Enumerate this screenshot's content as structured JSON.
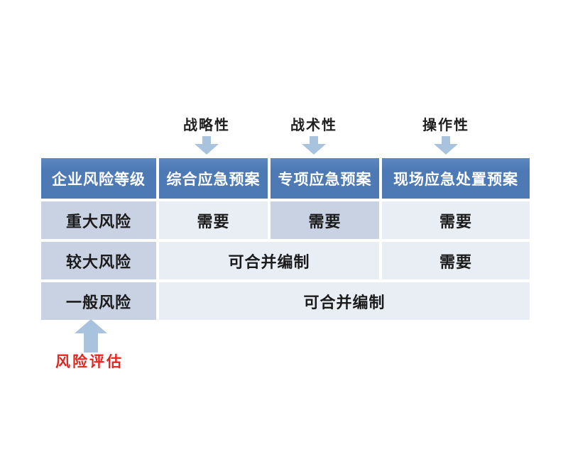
{
  "top_labels": [
    {
      "label": "战略性"
    },
    {
      "label": "战术性"
    },
    {
      "label": "操作性"
    }
  ],
  "table": {
    "headers": [
      "企业风险等级",
      "综合应急预案",
      "专项应急预案",
      "现场应急处置预案"
    ],
    "rows": [
      {
        "label": "重大风险",
        "cells": [
          "需要",
          "需要",
          "需要"
        ]
      },
      {
        "label": "较大风险",
        "cells": [
          "可合并编制",
          "需要"
        ]
      },
      {
        "label": "一般风险",
        "cells": [
          "可合并编制"
        ]
      }
    ]
  },
  "annotation": {
    "label": "风险评估"
  },
  "colors": {
    "page_bg": "#ffffff",
    "header_bg": "#4d7ab5",
    "header_bg_light": "#5d88c0",
    "label_cell": "#c9d2e3",
    "light_cell": "#e9edf4",
    "highlight_cell": "#c9d2e3",
    "arrow": "#a9c2de",
    "accent_red": "#e62420"
  }
}
